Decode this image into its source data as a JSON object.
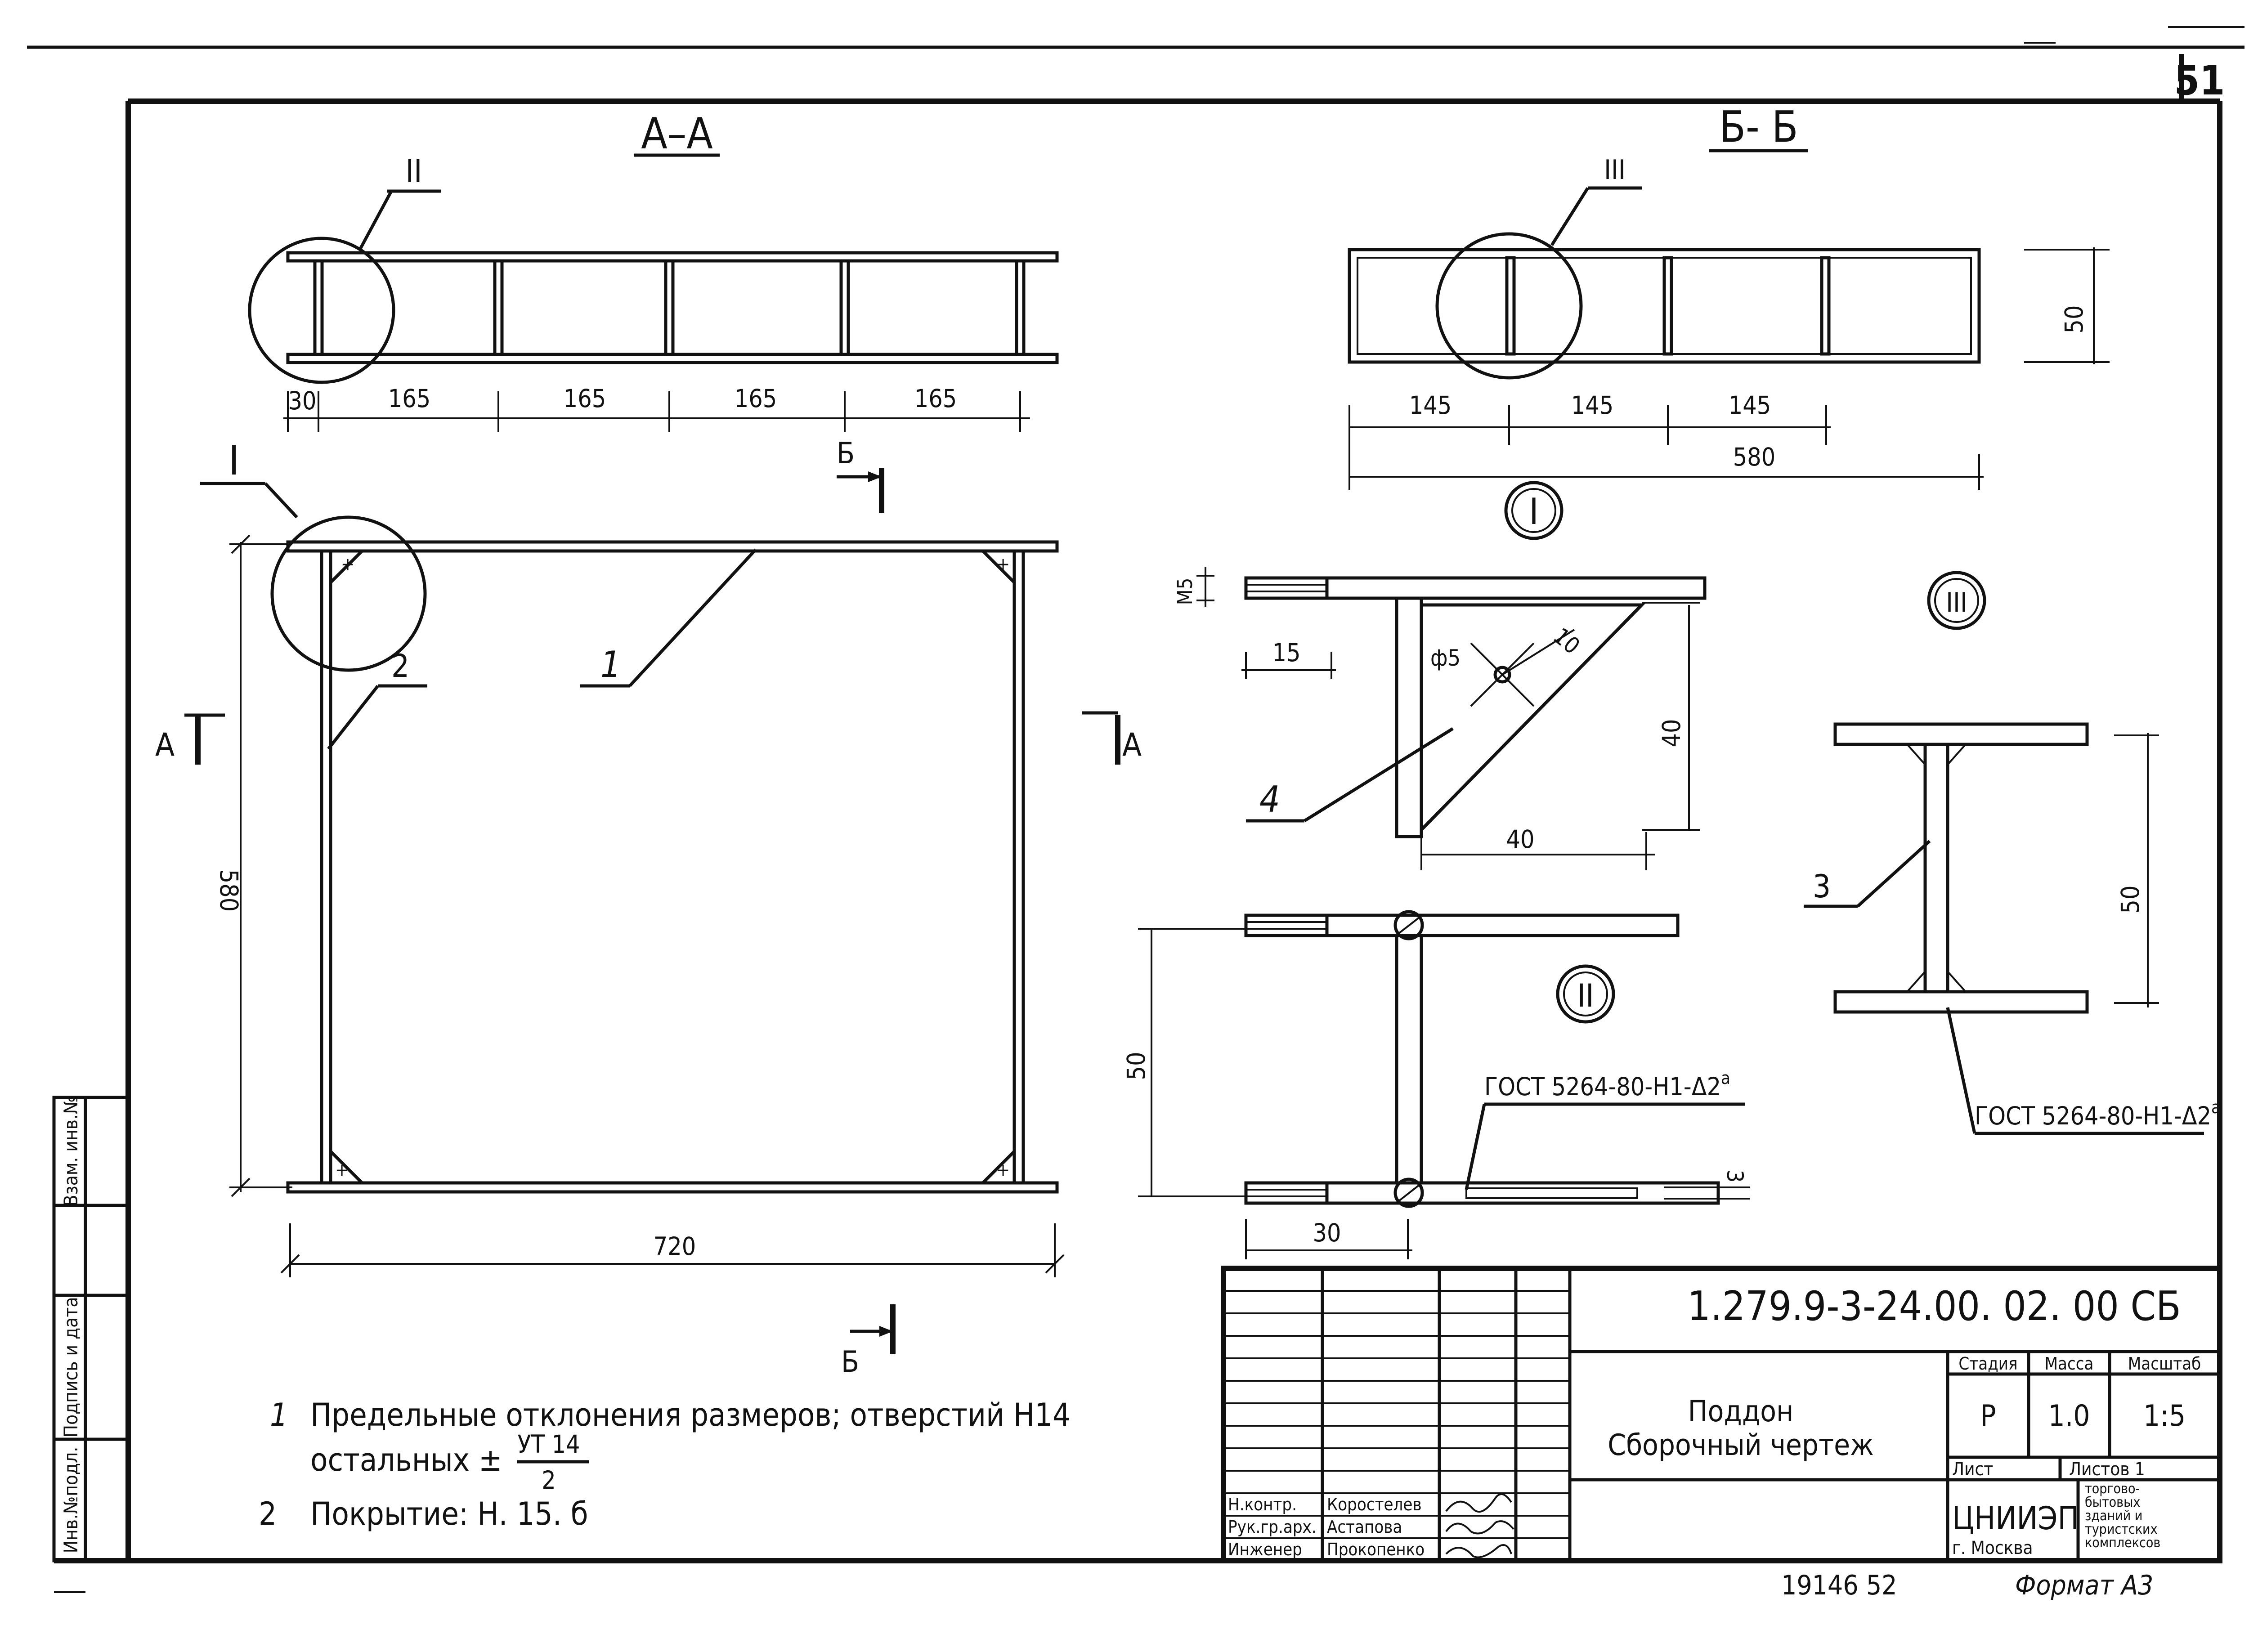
{
  "sheet": {
    "page_number": "51",
    "format": "Формат А3",
    "bottom_stamp": "19146  52"
  },
  "views": {
    "section_aa": "А–А",
    "section_bb": "Б- Б",
    "node_1": "I",
    "node_2": "II",
    "node_3": "III",
    "node_1_callout": "I",
    "node_2_callout": "II",
    "node_3_callout": "III",
    "cut_a_left": "А",
    "cut_a_right": "А",
    "cut_b_top": "Б",
    "cut_b_bottom": "Б"
  },
  "positions": {
    "p1": "1",
    "p2": "2",
    "p3": "3",
    "p4": "4"
  },
  "dims": {
    "aa_30": "30",
    "aa_165_1": "165",
    "aa_165_2": "165",
    "aa_165_3": "165",
    "aa_165_4": "165",
    "plan_580": "580",
    "plan_720": "720",
    "bb_145_1": "145",
    "bb_145_2": "145",
    "bb_145_3": "145",
    "bb_580": "580",
    "bb_50": "50",
    "n1_m5": "М5",
    "n1_15": "15",
    "n1_phi5": "ф5",
    "n1_10": "10",
    "n1_40v": "40",
    "n1_40h": "40",
    "n2_50": "50",
    "n2_30": "30",
    "n2_3": "3",
    "n3_50": "50"
  },
  "welds": {
    "weld_node2": "ГОСТ 5264-80-Н1-Δ2",
    "weld_node2_sup": "а",
    "weld_node3": "ГОСТ 5264-80-Н1-Δ2",
    "weld_node3_sup": "а"
  },
  "notes": {
    "n1_num": "1",
    "n1_text": "Предельные отклонения размеров; отверстий Н14",
    "n1_text2": "остальных ±",
    "n1_frac_num": "УТ 14",
    "n1_frac_den": "2",
    "n2_num": "2",
    "n2_text": "Покрытие:  Н. 15. б"
  },
  "side_stamp": {
    "inv_podl": "Инв.№подл.",
    "podpis": "Подпись и дата",
    "vzam": "Взам. инв.№"
  },
  "title_block": {
    "designation": "1.279.9-3-24.00. 02. 00 СБ",
    "name_line1": "Поддон",
    "name_line2": "Сборочный  чертеж",
    "col_stage": "Стадия",
    "col_mass": "Масса",
    "col_scale": "Масштаб",
    "stage": "Р",
    "mass": "1.0",
    "scale": "1:5",
    "sheet_label": "Лист",
    "sheets_label": "Листов 1",
    "org": "ЦНИИЭП",
    "city": "г. Москва",
    "org_desc_1": "торгово-",
    "org_desc_2": "бытовых",
    "org_desc_3": "зданий и",
    "org_desc_4": "туристских",
    "org_desc_5": "комплексов",
    "role_1": "Н.контр.",
    "role_2": "Рук.гр.арх.",
    "role_3": "Инженер",
    "person_1": "Коростелев",
    "person_2": "Астапова",
    "person_3": "Прокопенко"
  }
}
